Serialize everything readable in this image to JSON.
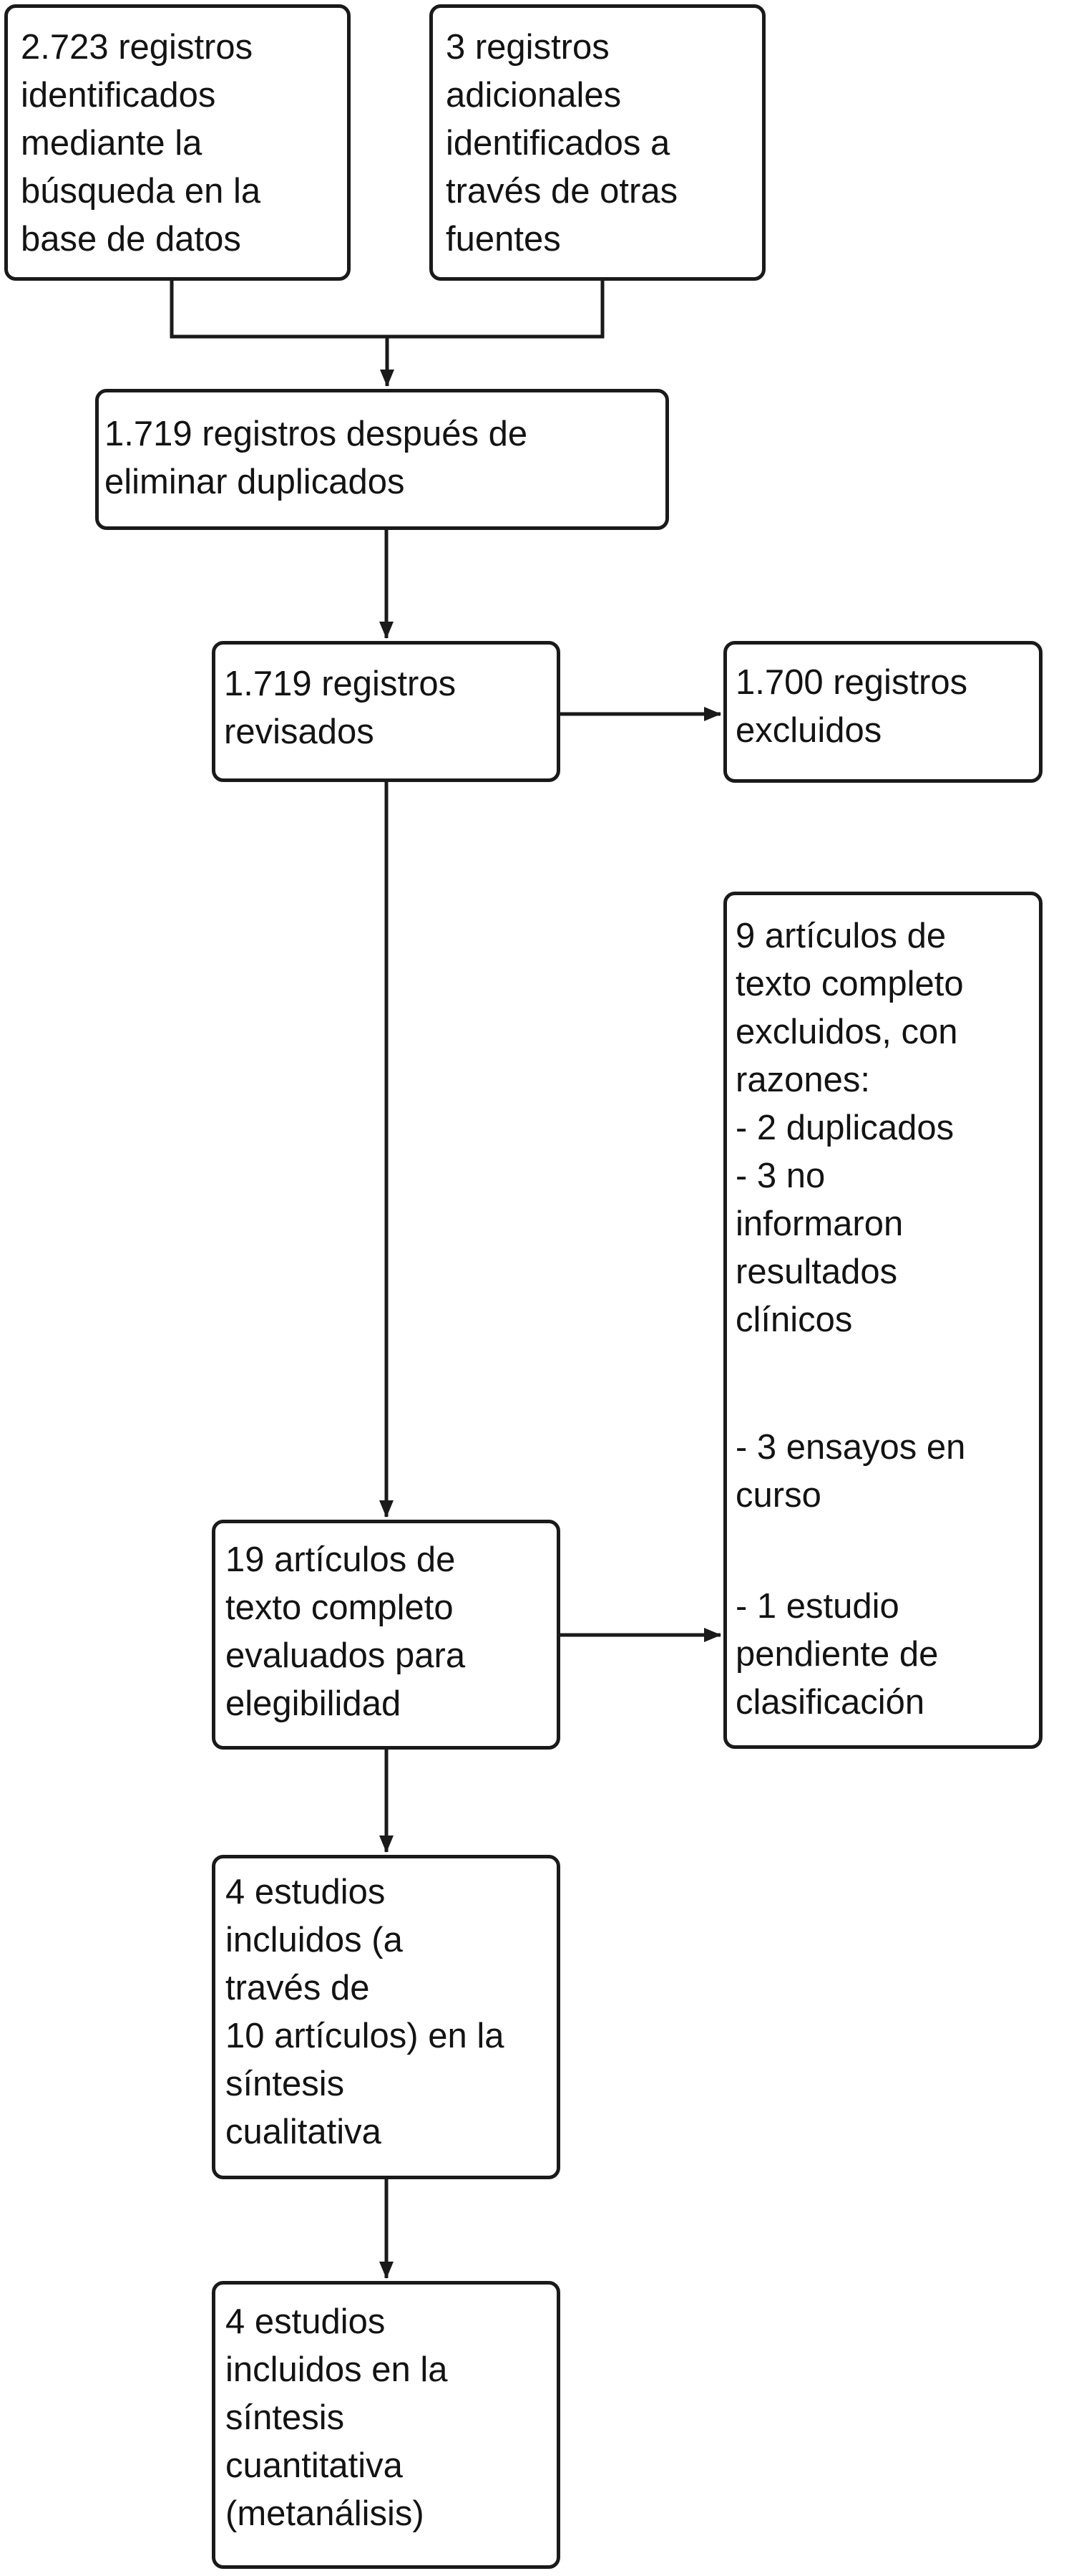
{
  "diagram_title": "PRISMA flow diagram (Spanish)",
  "colors": {
    "line": "#1a1a1a",
    "box_border": "#1a1a1a",
    "box_background": "#ffffff",
    "text": "#131313"
  },
  "boxes": {
    "identified_database": {
      "text": "2.723 registros\nidentificados\nmediante la\nbúsqueda en la\nbase de datos"
    },
    "other_sources": {
      "text": "3 registros\nadicionales\nidentificados a\ntravés de otras\nfuentes"
    },
    "after_duplicates": {
      "text": "1.719 registros después de\neliminar duplicados"
    },
    "screened": {
      "text": "1.719 registros\nrevisados"
    },
    "excluded": {
      "text": "1.700 registros\nexcluidos"
    },
    "fulltext_excluded": {
      "reasons_main": "9 artículos de\ntexto completo\nexcluidos, con\nrazones:\n- 2 duplicados\n- 3 no\ninformaron\nresultados\nclínicos",
      "reason_ongoing": "- 3 ensayos en\ncurso",
      "reason_pending": "- 1 estudio\npendiente de\nclasificación"
    },
    "fulltext_assessed": {
      "text": "19 artículos de\ntexto completo\nevaluados para\nelegibilidad"
    },
    "qualitative_synthesis": {
      "text": "4 estudios\nincluidos (a\ntravés de\n10 artículos) en la\nsíntesis\ncualitativa"
    },
    "quantitative_synthesis": {
      "text": "4 estudios\nincluidos en la\nsíntesis\ncuantitativa\n(metanálisis)"
    }
  }
}
